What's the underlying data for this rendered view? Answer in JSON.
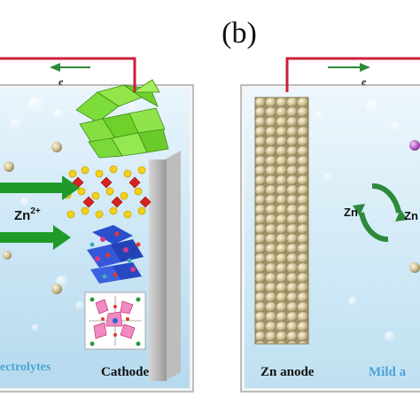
{
  "panel_label": "(b)",
  "left_panel": {
    "electron_label": "e",
    "ion_label": "Zn",
    "ion_charge": "2+",
    "electrolyte_label": "ectrolytes",
    "cathode_label": "Cathode"
  },
  "right_panel": {
    "electron_label": "e",
    "anode_label": "Zn anode",
    "electrolyte_label": "Mild a",
    "cycle_left_label": "Zn",
    "cycle_right_label": "Zn"
  },
  "colors": {
    "wire": "#cc1f3a",
    "electron_arrow": "#2e8a3a",
    "ion_arrow": "#1f9a2a",
    "electrolyte_text": "#4aa3d6",
    "crystal_green": "#7cdc3a",
    "anode_sphere": "#c7b98c"
  }
}
